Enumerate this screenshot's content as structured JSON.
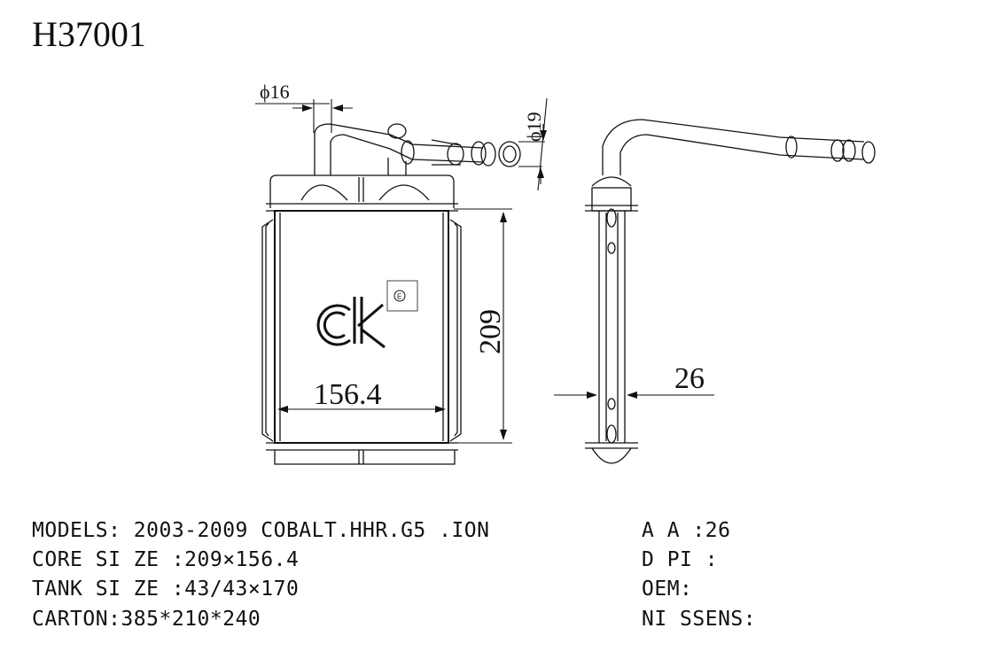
{
  "title": "H37001",
  "dimensions": {
    "pipe_left_diameter": "ϕ16",
    "pipe_right_diameter": "ϕ19",
    "height": "209",
    "width": "156.4",
    "depth": "26"
  },
  "logo": {
    "text": "ck",
    "mark": "E"
  },
  "specs_left": {
    "models": "MODELS: 2003-2009 COBALT.HHR.G5 .ION",
    "core_size": "CORE SI ZE :209×156.4",
    "tank_size": "TANK SI ZE :43/43×170",
    "carton": "CARTON:385*210*240"
  },
  "specs_right": {
    "aa": "A A :26",
    "dpi": "D PI :",
    "oem": "OEM:",
    "nissens": "NI SSENS:"
  }
}
